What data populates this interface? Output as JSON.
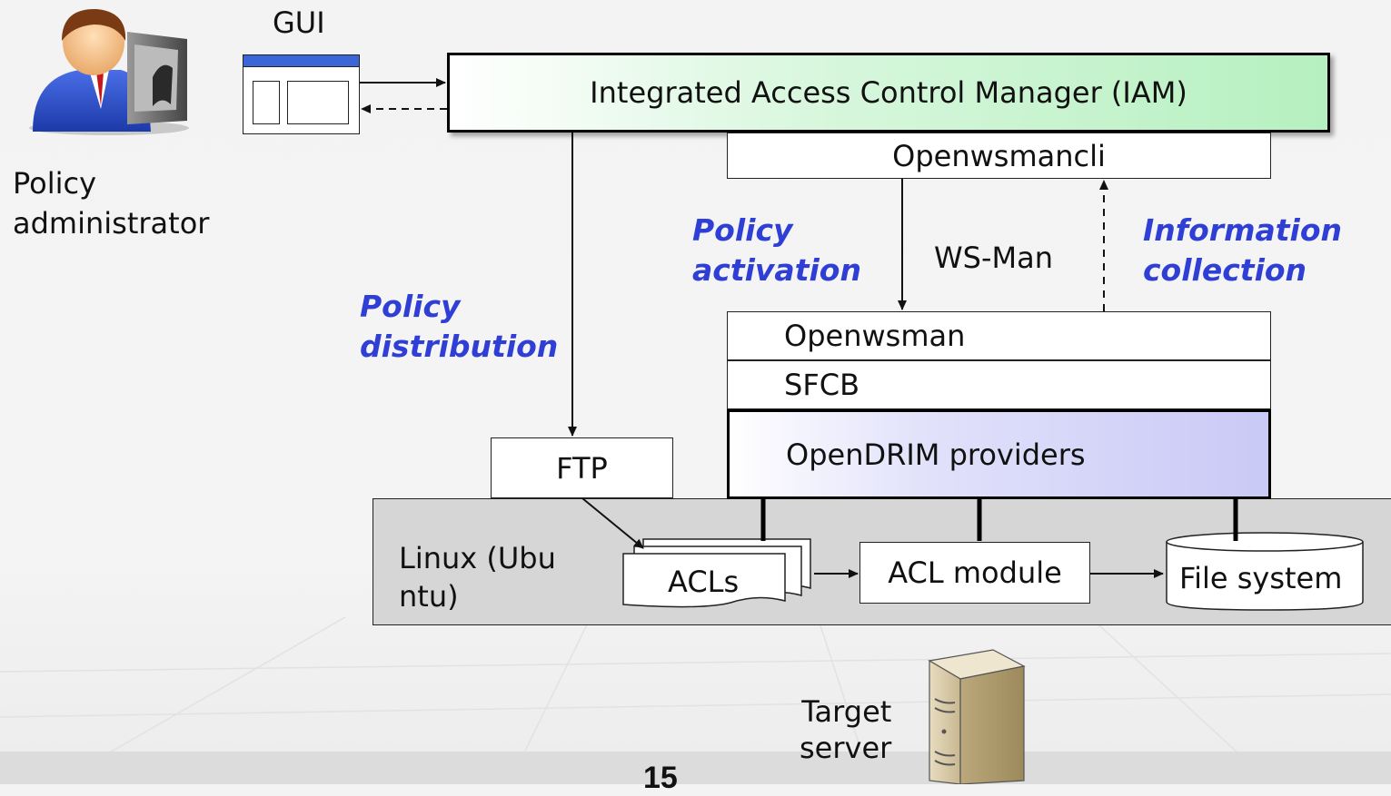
{
  "actors": {
    "admin_label": [
      "Policy",
      "administrator"
    ],
    "gui_label": "GUI",
    "server_label": [
      "Target",
      "server"
    ]
  },
  "boxes": {
    "iam": "Integrated Access Control Manager (IAM)",
    "openwsmancli": "Openwsmancli",
    "openwsman": "Openwsman",
    "sfcb": "SFCB",
    "opendrim": "OpenDRIM providers",
    "ftp": "FTP",
    "linux": [
      "Linux (Ubu",
      "ntu)"
    ],
    "acls": "ACLs",
    "acl_module": "ACL module",
    "file_system": "File system"
  },
  "edges": {
    "policy_distribution": [
      "Policy",
      "distribution"
    ],
    "policy_activation": [
      "Policy",
      "activation"
    ],
    "ws_man": "WS-Man",
    "information_collection": [
      "Information",
      "collection"
    ]
  },
  "page_number": "15",
  "colors": {
    "accent_text": "#2f3fd6",
    "iam_gradient": [
      "#ffffff",
      "#b8f2c2"
    ],
    "opendrim_gradient": [
      "#ffffff",
      "#c8c8f6"
    ],
    "linux_fill": "#d6d6d6"
  }
}
